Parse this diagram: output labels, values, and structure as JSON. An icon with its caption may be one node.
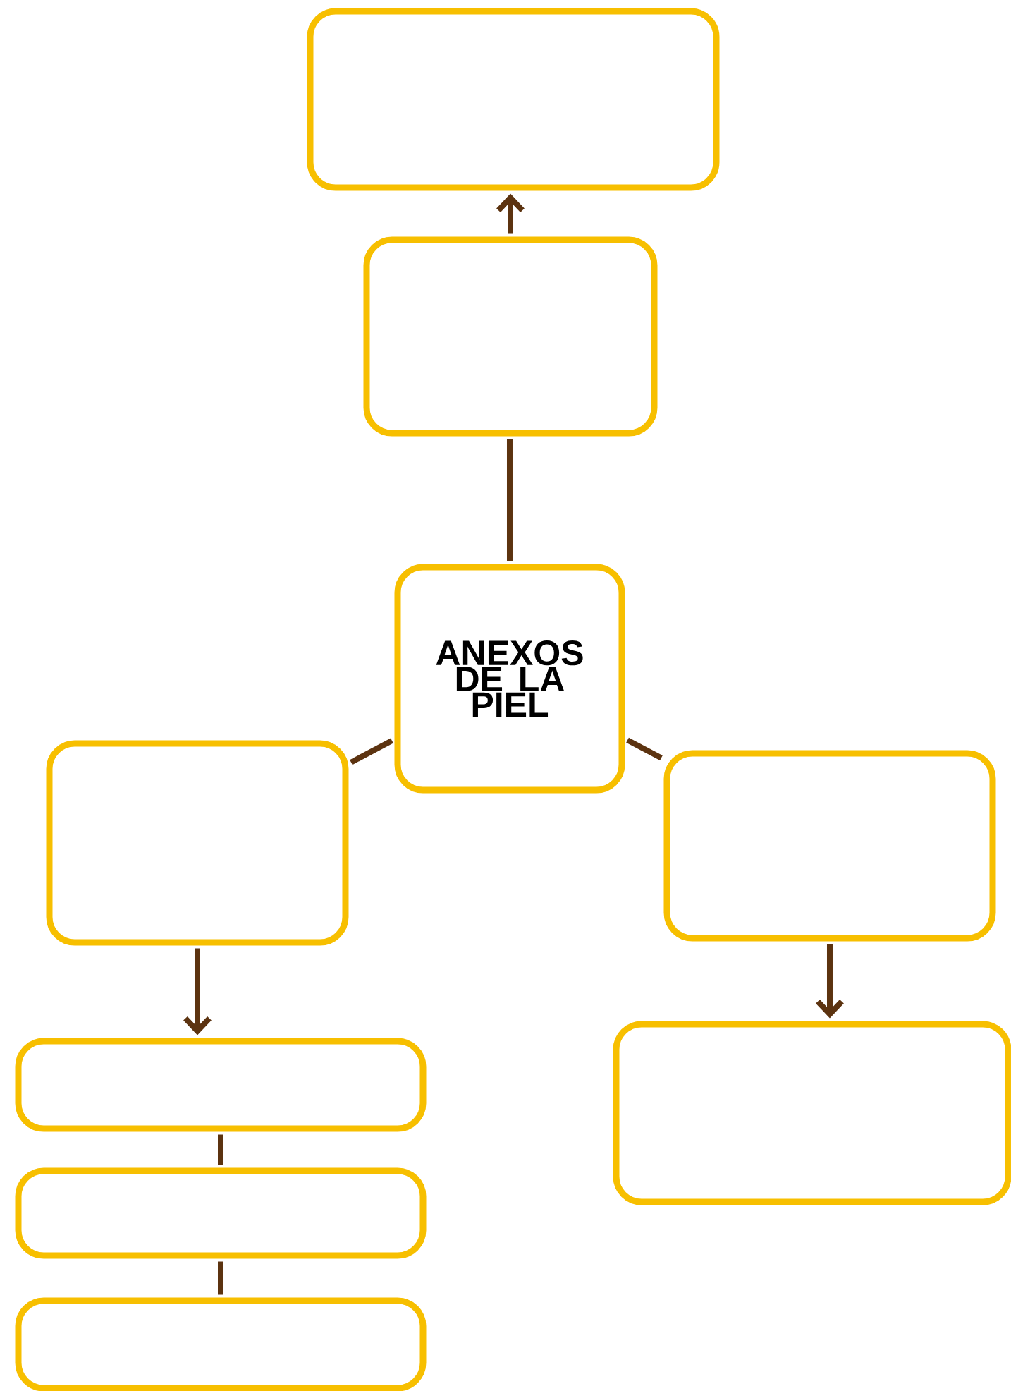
{
  "diagram": {
    "nodes": [
      {
        "text": [],
        "shape": "box"
      },
      {
        "text": [],
        "shape": "box"
      },
      {
        "text": [
          "ANEXOS DE LA PIEL"
        ]
      },
      {
        "text": [],
        "shape": "box"
      },
      {
        "text": [],
        "shape": "box"
      },
      {
        "text": [],
        "shape": "box"
      },
      {
        "text": [],
        "shape": "box"
      },
      {
        "text": [],
        "shape": "box"
      },
      {
        "text": [],
        "shape": "box"
      }
    ],
    "edges": [
      {
        "from": 1,
        "to": 0,
        "arrow": "to"
      },
      {
        "from": 2,
        "to": 1,
        "arrow": "none"
      },
      {
        "from": 2,
        "to": 3,
        "arrow": "none"
      },
      {
        "from": 2,
        "to": 4,
        "arrow": "none"
      },
      {
        "from": 3,
        "to": 6,
        "arrow": "to"
      },
      {
        "from": 4,
        "to": 5,
        "arrow": "to"
      },
      {
        "from": 6,
        "to": 7,
        "arrow": "none"
      },
      {
        "from": 7,
        "to": 8,
        "arrow": "none"
      }
    ]
  }
}
